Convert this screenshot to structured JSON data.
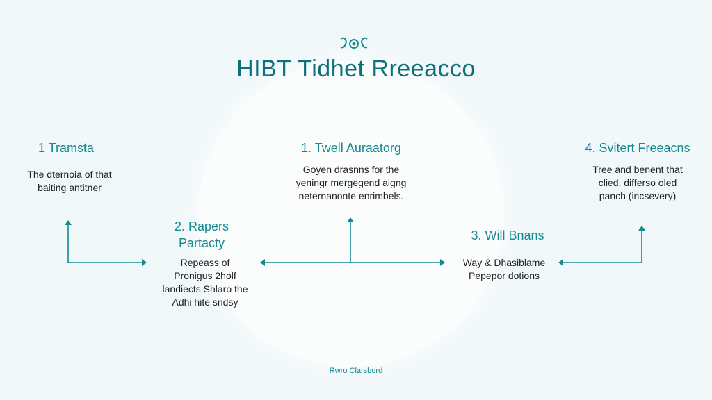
{
  "header": {
    "title": "HIBT Tidhet Rreeacco"
  },
  "steps": [
    {
      "heading": "1 Tramsta",
      "desc": [
        "The dternoia of that",
        "baiting antitner"
      ]
    },
    {
      "heading": "1. Twell Auraatorg",
      "desc": [
        "Goyen drasnns for the",
        "yeningr mergegend aigng",
        "neternanonte enrimbels."
      ]
    },
    {
      "heading": "4. Svitert Freeacns",
      "desc": [
        "Tree and benent that",
        "clied, differso oled",
        "panch (incsevery)"
      ]
    },
    {
      "heading": [
        "2. Rapers",
        "Partacty"
      ],
      "desc": [
        "Repeass of",
        "Pronigus 2holf",
        "landiects Shlaro the",
        "Adhi hite sndsy"
      ]
    },
    {
      "heading": "3. Will Bnans",
      "desc": [
        "Way & Dhasiblame",
        "Pepepor dotions"
      ]
    }
  ],
  "footer": {
    "text": "Rwro Clarsbord"
  },
  "colors": {
    "accent": "#138a92",
    "title": "#0f6f7a",
    "background": "#f1f8fa"
  }
}
